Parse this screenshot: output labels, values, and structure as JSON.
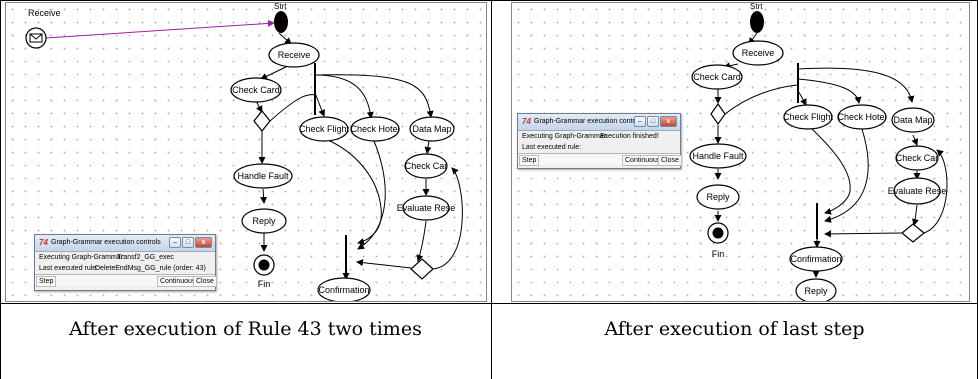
{
  "panels": [
    {
      "caption": "After execution of Rule 43 two times",
      "labels": {
        "receive_event": "Receive",
        "start": "Strt",
        "receive": "Receive",
        "check_card": "Check Card",
        "check_flight": "Check Flight",
        "check_hotel": "Check Hotel",
        "data_map": "Data Map",
        "check_car": "Check Car",
        "evaluate": "Evaluate Rese",
        "handle_fault": "Handle Fault",
        "reply": "Reply",
        "fin": "Fin",
        "confirmation": "Confirmation"
      },
      "controls": {
        "title": "Graph-Grammar execution controls",
        "exec_label": "Executing Graph-Grammar:",
        "exec_value": "Transf2_GG_exec",
        "last_label": "Last executed rule:",
        "last_value": "DeleteEndMsg_GG_rule (order: 43)",
        "step": "Step",
        "continuous": "Continuous",
        "close": "Close"
      }
    },
    {
      "caption": "After execution of last step",
      "labels": {
        "start": "Strt",
        "receive": "Receive",
        "check_card": "Check Card",
        "check_flight": "Check Flight",
        "check_hotel": "Check Hotel",
        "data_map": "Data Map",
        "check_car": "Check Car",
        "evaluate": "Evaluate Rese",
        "handle_fault": "Handle Fault",
        "reply_left": "Reply",
        "fin": "Fin",
        "confirmation": "Confirmation",
        "reply_bottom": "Reply"
      },
      "controls": {
        "title": "Graph-Grammar execution controls",
        "exec_label": "Executing Graph-Grammar:",
        "exec_value": "Execution finished!",
        "last_label": "Last executed rule:",
        "last_value": "",
        "step": "Step",
        "continuous": "Continuous",
        "close": "Close"
      }
    }
  ]
}
